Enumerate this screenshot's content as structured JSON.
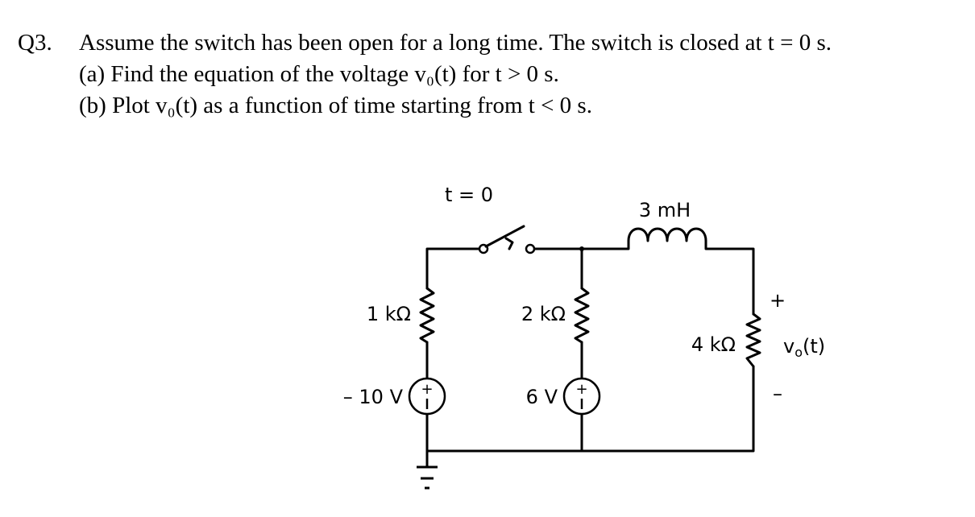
{
  "question": {
    "number": "Q3.",
    "line1": "Assume the switch has been open for a long time. The switch is closed at t = 0 s.",
    "line2": "(a) Find the equation of the voltage v₀(t) for t > 0 s.",
    "line3": "(b) Plot v₀(t) as a function of time starting from t < 0 s."
  },
  "circuit": {
    "switch_label": "t = 0",
    "inductor_label": "3 mH",
    "r1_label": "1 kΩ",
    "r2_label": "2 kΩ",
    "r3_label": "4 kΩ",
    "source1_label": "– 10 V",
    "source2_label": "6 V",
    "plus_sign": "+",
    "minus_sign": "–",
    "output_label": "v",
    "output_subscript": "o",
    "output_suffix": "(t)"
  }
}
